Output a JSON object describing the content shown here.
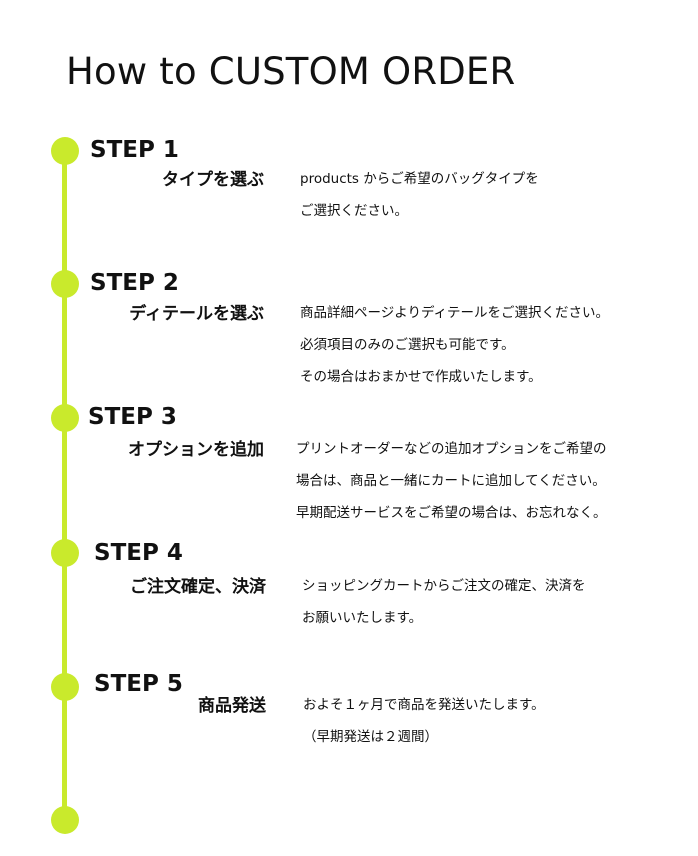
{
  "title": "How to CUSTOM ORDER",
  "accent_color": "#c9ea2c",
  "steps": [
    {
      "label": "STEP 1",
      "title": "タイプを選ぶ",
      "lines": [
        "products からご希望のバッグタイプを",
        "ご選択ください。"
      ]
    },
    {
      "label": "STEP 2",
      "title": "ディテールを選ぶ",
      "lines": [
        "商品詳細ページよりディテールをご選択ください。",
        "必須項目のみのご選択も可能です。",
        "その場合はおまかせで作成いたします。"
      ]
    },
    {
      "label": "STEP 3",
      "title": "オプションを追加",
      "lines": [
        "プリントオーダーなどの追加オプションをご希望の",
        "場合は、商品と一緒にカートに追加してください。",
        "早期配送サービスをご希望の場合は、お忘れなく。"
      ]
    },
    {
      "label": "STEP 4",
      "title": "ご注文確定、決済",
      "lines": [
        "ショッピングカートからご注文の確定、決済を",
        "お願いいたします。"
      ]
    },
    {
      "label": "STEP 5",
      "title": "商品発送",
      "lines": [
        "およそ１ヶ月で商品を発送いたします。",
        "（早期発送は２週間）"
      ]
    }
  ]
}
